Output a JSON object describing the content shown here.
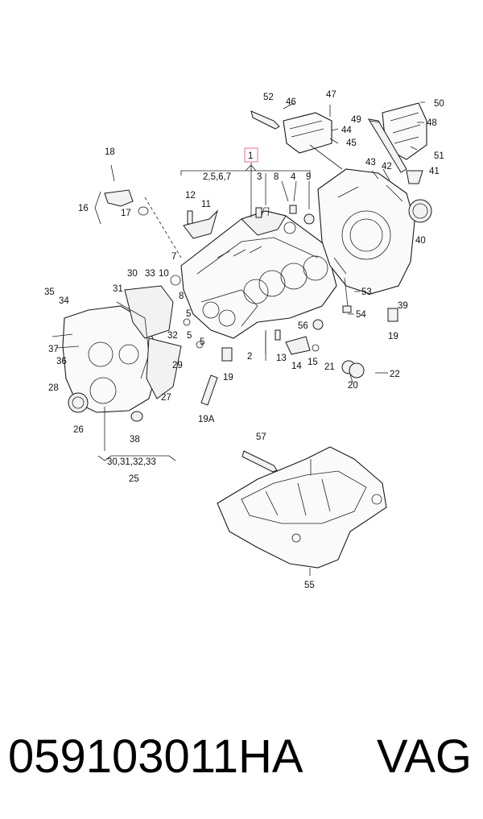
{
  "labels": {
    "1": "1",
    "2": "2",
    "3": "3",
    "4": "4",
    "5": "5",
    "5b": "5",
    "6": "2,5,6,7",
    "7": "7",
    "8": "8",
    "8b": "8",
    "9": "9",
    "10": "10",
    "11": "11",
    "12": "12",
    "13": "13",
    "14": "14",
    "15": "15",
    "16": "16",
    "17": "17",
    "18": "18",
    "19a": "19",
    "19b": "19",
    "19A": "19A",
    "20": "20",
    "21": "21",
    "22": "22",
    "25": "25",
    "26": "26",
    "27": "27",
    "28": "28",
    "29": "29",
    "30": "30",
    "30group": "30,31,32,33",
    "31": "31",
    "32": "32",
    "33": "33",
    "34": "34",
    "35": "35",
    "36": "36",
    "37": "37",
    "38": "38",
    "39": "39",
    "40": "40",
    "41": "41",
    "42": "42",
    "43": "43",
    "44": "44",
    "45": "45",
    "46": "46",
    "47": "47",
    "48": "48",
    "49": "49",
    "50": "50",
    "51": "51",
    "52": "52",
    "53": "53",
    "54": "54",
    "55": "55",
    "56": "56",
    "57": "57"
  },
  "footer": {
    "part_number": "059103011HA",
    "brand": "VAG"
  },
  "colors": {
    "highlight_box": "#e88a9a",
    "line": "#1a1a1a"
  }
}
